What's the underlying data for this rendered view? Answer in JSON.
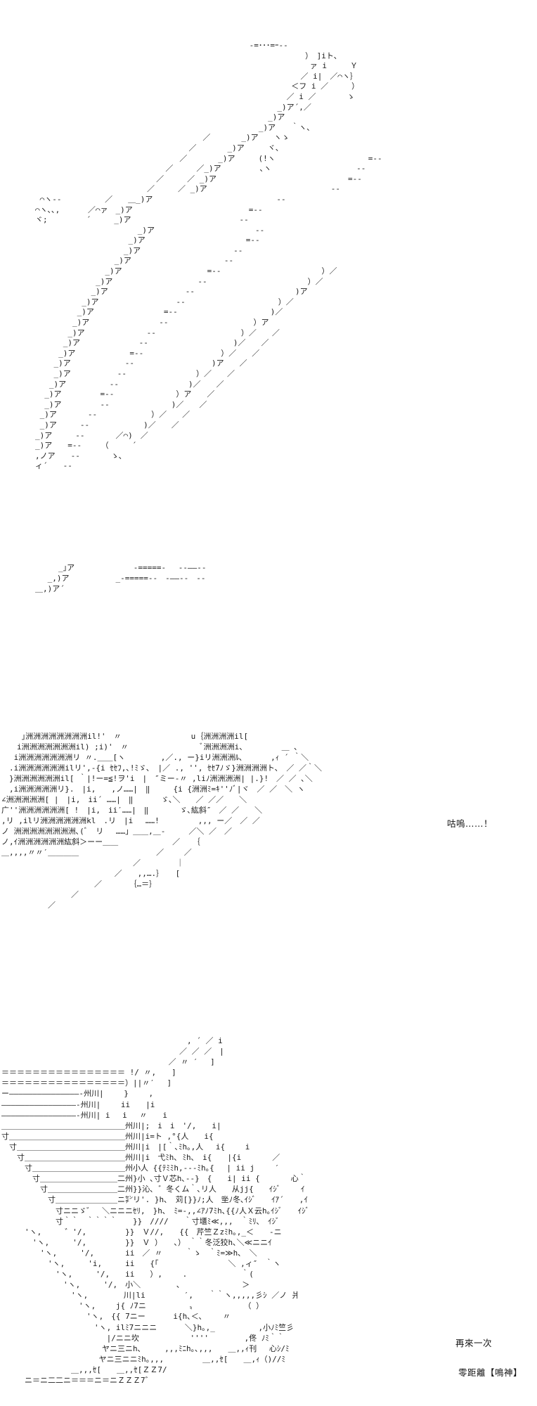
{
  "page": {
    "background": "#ffffff",
    "ink_color": "#1b1b1b"
  },
  "scene": {
    "top_art": {
      "description": "sparse-diagonal-slash-speedlines-art",
      "lines": [
        "                                              -=･･･=ｰ--",
        "                                                          ）　]iト、",
        "                                                           ァ i　　　Ｙ",
        "                                                         ／ i|　／⌒ヽ｝",
        "                                                       ＜フ i ／　　　）",
        "                                                      ／ i ／　　　　ゝ",
        "                                                    _)ア´,／",
        "                                                  _)ア",
        "                                                _)ア　　｀ヽ、",
        "                                    ／　　　　_)ア　　ヽゝ",
        "                                 ／　　　　_)ア　　　ヾ、",
        "                               ／　　　　_)ア　　　(!ヽ　　　　　　　　　　　　=--",
        "                            ／　　　／_)ア　　　　　､ヽ　　　　　　　　　　　--",
        "                          ／　　　／ _)ア　　　　　　　　　　　　　　　　　=--",
        "                        ／　　　／ _)ア　　　　　　　　　　　　　　　　--",
        " ⌒ヽ--　　　　　 ／　　＿_)ア　　　　　　　　　　　　　　　　--",
        "⌒ヽ､､,　　　 ／⌒ァ　_)ア　　　　　　　　　　　　　　　=--",
        "ヾ;　　　　　´　　　_)ア　　　　　　　　　　　　　　--",
        "                      _)ア　　　　　　　　　　　　　--",
        "                    _)ア　　　　　　　　　　　　　=--",
        "                   _)ア　　　　　　　　　　　　--",
        "                 _)ア　　　　　　　　　　　　--",
        "               _)ア　　　　　　　　　　　=--　　　　　　　　　　　　　）／",
        "             _)ア　　　　　　　　　　　--　　　　　　　　　　　　　）／",
        "            _)ア　　　　　　　　　　--　　　　　　　　　　　　　)ア",
        "          _)ア　　　　　　　　　　--　　　　　　　　　　　　）／",
        "         _)ア　　　　　　　　　=--　　　　　　　　　　　　)／",
        "        _)ア　　　　　　　　　--　　　　　　　　　　　）ア",
        "       _)ア　　　　　　　　--　　　　　　　　　　　）／　　／",
        "      _)ア　　　　　　　 --　　　　　　　　　　　)／　　／",
        "     _)ア　　　　　　　=--　　　　　　　　　　）／　　／",
        "    _)ア　　　　　　　--　　　　　　　　　　)ア　　／",
        "    _)ア　　　　　　--　　　　　　　　　）／　　／",
        "   _)ア　　　　　 --　　　　　　　　　)／　　／",
        "  _)ア　　　　　=--　　　　　　　　）ア　　／",
        "  _)ア　　　　　--　　　　　　　　)／　　／",
        " _)ア　　　　--　　　　　　　）／　　／",
        " _)ア　　　--　　　　　　　)／　　／",
        "_)ア　　　--　　　　／⌒)　／",
        "_)ア　　=--　　　（　　　´",
        ",ノア　　--　　　　ゝ､",
        "ィ´　　--"
      ]
    },
    "top_art_tail": {
      "description": "trailing-slash-curls-and-dashes",
      "lines": [
        "　　　_｣ア　　　　　　　 -=====- 　--――--",
        "　 _,)ア　　　　　　_-=====--　-――--　--",
        "＿,)ア´"
      ]
    },
    "middle_art": {
      "description": "dense-fist-impact-art-with-shuu-characters",
      "lines": [
        "　　 ｣洲洲洲洲洲洲洲洲il!'　〃　　　　　　　　　u｛洲洲洲洲il[",
        "　　i洲洲洲洲洲洲洲il) ;i)'　〃　　　　　　　　　 ﾞ洲洲洲洲i、　　　　　＿ ､",
        "　 i洲洲洲洲洲洲洲リ 〃.＿＿[ヽ　　　　 ,／., ー}iリ洲洲洲ﾙ､　　　 ,ｨ ´ ｀＼",
        "　.i洲洲洲洲洲洲ilリ',-{i ｾｾﾌ,､!ﾐゞ､　|／ ., '', ｾｾ7ﾉゞ}洲洲洲洲ト､　／ ／｀＼",
        "　}洲洲洲洲洲洲il[ ｀|!ー=≦!ヲ'i　|　″ミー-〃 ,liﾉ洲洲洲洲| |.}!　／ ／ ､＼",
        "　,i洲洲洲洲洲リ}.　|i,　　,ノ……|　‖　　　{i {洲洲ﾐ=ｷ''ﾉﾞ|ヾ　／ ／　＼ ヽ",
        "∠洲洲洲洲洲[ |　|i,　ii´ ……|　‖　　　 ゞ､＼　　／ ／／　　＼",
        "广''洲洲洲洲洲洲[ !　|i,　ii′……|　‖　　　　ゞ､紘斜″　／ ／　　＼",
        ",リ ,ilリ洲洲洲洲洲洲kl　.リ　|i 　……!　　　　　,,, ー／　／ ／",
        "ノ 洲洲洲洲洲洲洲洲､(ﾞ　リ　 ……」＿＿,＿-　　　／＼ ／　／",
        "ノ,ｲ洲洲洲洲洲洲紘斜＞ーー＿＿　　　　　　　／　 ｛",
        "＿,,,,〃〃′＿＿＿＿　　　　　　　　　　／　　 ／",
        "　　　　　　　　　　　　　　　　　／　　　　 ｜",
        "　　　　　　　　　　　　　　 ／　　,,….｝　　[",
        "　　　　　　　　　　　　／　　　　｛…＝｝",
        "　　　　　　　　　／",
        "　　　　　　／"
      ]
    },
    "bottom_art": {
      "description": "character-close-up-art-with-speed-lines",
      "lines": [
        "　　　　　　　　　　　　　　　　　　　　　　　　, ´ ／ i",
        "　　　　　　　　　　　　　　　　　　　　　　　／ ／ ／　|",
        "　　　　　　　　　　　　　　　　　　　　　 ／ 〃 ′　 ]",
        "＝＝＝＝＝＝＝＝＝＝＝＝＝＝＝＝ !/ 〃,　　]",
        "＝＝＝＝＝＝＝＝＝＝＝＝＝＝＝＝）||〃′　 ]",
        "ー―――――――――――――――-州川|　　 }　　 ,",
        "――――――――――――――――-州川|　　 ii　　|i",
        "――――――――――――――――-州川| i　 i　 〃　　i",
        "＿＿＿＿＿＿＿＿＿＿＿＿＿＿＿＿州川|;　i　i　'/,　　i|",
        "寸＿＿＿＿＿＿＿＿＿＿＿＿＿＿＿州川|i=ト ,°{人　　i{",
        "　寸＿＿＿＿＿＿＿＿＿＿＿＿＿＿州川|i　|[｀､ﾐh｡,人　 i{　　 i",
        "　　寸＿＿＿＿＿＿＿＿＿＿＿＿＿州川|i　弋ﾐh､ ﾐh､　i{　　|{i　　　　／",
        "　　　寸＿＿＿＿＿＿＿＿＿＿＿＿州小人 {{ﾃﾐﾐh,---ﾐh｡{　 | ii j　　 ′",
        "　　　　寸＿＿＿＿＿＿＿＿＿＿二州}小 ､寸Ｖ芯h､--}　{　　i| ii {　　　　心｀",
        "　　　　　寸＿＿＿＿＿＿＿＿＿二州}}沁､ ゛冬くム｀､リ人　　从jj{　　ｲｼﾞ　　 ｲ",
        "　　　　　　寸＿＿＿＿＿＿＿＿ニ㌢リ'. }h､　苅[}}ﾉ;人　㘴ﾉ冬､ｲｼﾞ　　ｲｱ´　　,ｲ",
        "　　　　　　　寸ニニゞ゛　＼ニニニｾﾘ,　}h､　ﾐ=-,,∠ｱﾉ7ﾐh､{{ﾉ人Ｘ云h｡ｲｼﾞ　　ｲｼﾞ",
        "　　　　　　　寸｀｀　｀｀｀｀　　}}　////　　｀寸㙺ﾐ≪,,,　｀ﾐﾘ､　ｲｼﾞ",
        "　　　'ヽ,　　　゛'/,　　　　　}}　Ｖ//,　　{{　芹竺Ｚzﾐh｡,_＜　　-ニ",
        "　　　　'ヽ,　　　'/,　　　　　}}　Ｖ ）　　､）　｀｀冬泛狡h､＼≪ニニｲ",
        "　　　　　'ヽ,　　　'/,　　　　ii　／ 〃　　　｀ゝ　｀ﾐ=≫h､　＼",
        "　　　　　　'ヽ,　　　'i,　　　ii　　{「　　　　　　　　　＼ ,ィ″　｀ヽ",
        "　　　　　　　'ヽ,　　　'/,　　ii　　）,　　 .　　　　　　　｀(",
        "　　　　　　　　'ヽ,　　　'/,　小＼　　　　 、　　　　　　　　＞",
        "　　　　　　　　　'ヽ,　　　　 川|li　　　　　′,　　｀｀ヽ,,,,,彡ｼ ／ノ 爿",
        "　　　　　　　　　　'ヽ,　　 j{ ﾉ7ニ　　　　　 〟　　　　　　　（ ）",
        "　　　　　　　　　　　'ヽ,　{{ 7ニー　　　 i{h､＜､　　 〃",
        "　　　　　　　　　　　　'ヽ, ilﾐ7ニニニ　　　 ＼}h｡,_　　　　　 ,小ﾉﾐ竺彡",
        "　　　　　　　　　　　　　 |/ニニ坎　　　　　　 ''''　　　　 ,佟 ﾉﾐ｀｀",
        "　　　　　　　　　　　　　ヤニ三ニh､　　　,,,ﾐﾆh｡､,,,　　＿,,ｨ刊　 心ｼ/ﾐ",
        "　　　　　　　　　　　　 ヤニ三ニニﾐh｡,,,　　　　　＿,,ｾ[　　＿,ｨ（)//ﾐ",
        "　　　　　　　　　＿,,,ｾ[　　＿,,ｾ[ＺＺ7/",
        "　　　ニ＝ニ二二ニ＝＝＝ニ＝ニＺＺＺ7゛"
      ]
    },
    "dialogue": {
      "middle": "咕嗚……！",
      "bottom_line1": "再來一次",
      "bottom_line2": "零距離【鳴神】"
    }
  }
}
